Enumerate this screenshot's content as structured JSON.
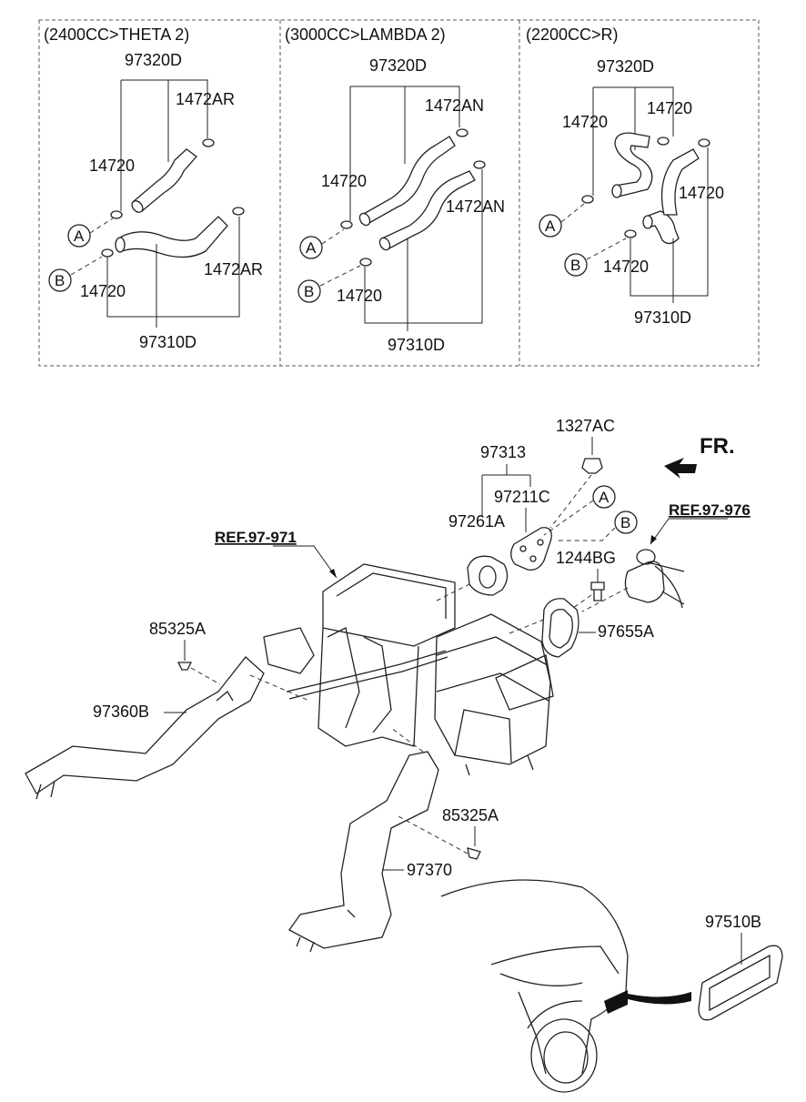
{
  "variants": [
    {
      "title": "(2400CC>THETA 2)",
      "upper_hose": "97320D",
      "lower_hose": "97310D",
      "clamp_upper": "1472AR",
      "clamp_lower": "1472AR",
      "clamp_a": "14720",
      "clamp_b": "14720",
      "marker_a": "A",
      "marker_b": "B"
    },
    {
      "title": "(3000CC>LAMBDA 2)",
      "upper_hose": "97320D",
      "lower_hose": "97310D",
      "clamp_upper": "1472AN",
      "clamp_lower": "1472AN",
      "clamp_a": "14720",
      "clamp_b": "14720",
      "marker_a": "A",
      "marker_b": "B"
    },
    {
      "title": "(2200CC>R)",
      "upper_hose": "97320D",
      "lower_hose": "97310D",
      "clamp_upper_left": "14720",
      "clamp_upper_right": "14720",
      "clamp_right": "14720",
      "clamp_b": "14720",
      "marker_a": "A",
      "marker_b": "B"
    }
  ],
  "main": {
    "direction": "FR.",
    "refs": {
      "left": "REF.97-971",
      "right": "REF.97-976"
    },
    "parts": {
      "nut": "1327AC",
      "gasket_group": "97313",
      "gasket_c": "97211C",
      "gasket_a": "97261A",
      "bolt": "1244BG",
      "grommet": "97655A",
      "screw_upper": "85325A",
      "duct_left": "97360B",
      "screw_lower": "85325A",
      "duct_center": "97370",
      "vent": "97510B"
    },
    "markers": {
      "a": "A",
      "b": "B"
    }
  }
}
